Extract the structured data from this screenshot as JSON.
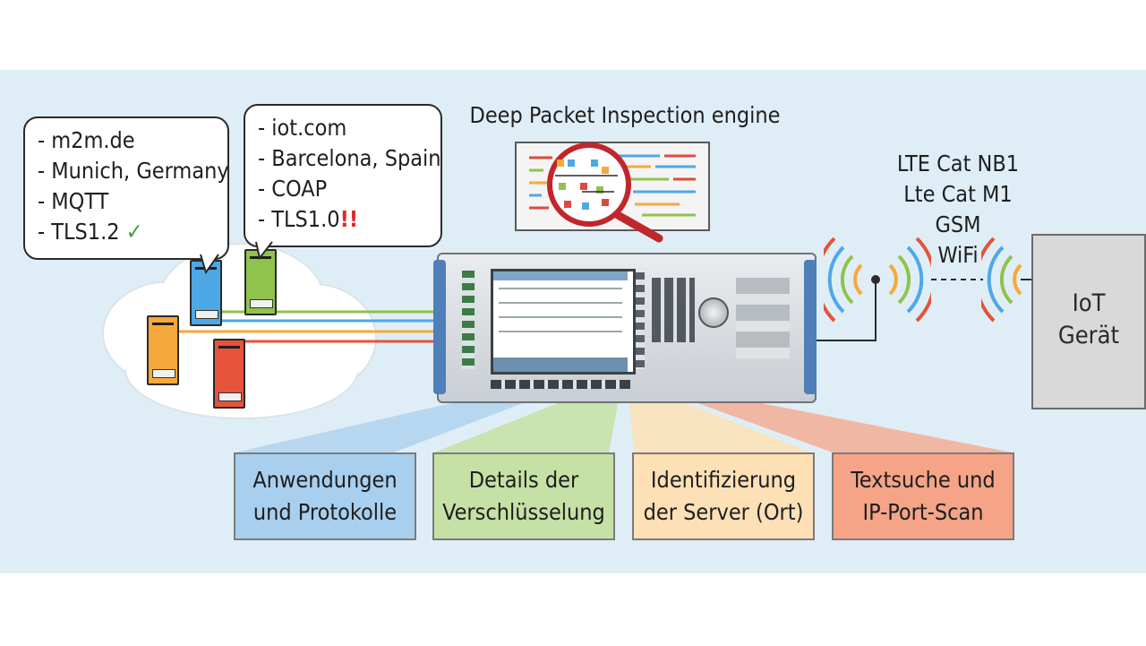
{
  "engine_title": "Deep Packet Inspection engine",
  "bubble_left": {
    "lines": [
      "- m2m.de",
      "- Munich, Germany",
      "- MQTT",
      "- TLS1.2"
    ],
    "status_mark": "✓",
    "status_color": "#3aa63a"
  },
  "bubble_right": {
    "lines": [
      "- iot.com",
      "- Barcelona, Spain",
      "- COAP",
      "- TLS1.0"
    ],
    "status_mark": "!!",
    "status_color": "#e0262b"
  },
  "technologies": [
    "LTE Cat NB1",
    "Lte Cat M1",
    "GSM",
    "WiFi"
  ],
  "iot_device": {
    "line1": "IoT",
    "line2": "Gerät"
  },
  "categories": [
    {
      "line1": "Anwendungen",
      "line2": "und Protokolle",
      "color": "#a9cfee"
    },
    {
      "line1": "Details der",
      "line2": "Verschlüsselung",
      "color": "#c5e1a5"
    },
    {
      "line1": "Identifizierung",
      "line2": "der Server (Ort)",
      "color": "#fde0b5"
    },
    {
      "line1": "Textsuche und",
      "line2": "IP-Port-Scan",
      "color": "#f5a488"
    }
  ],
  "server_colors": {
    "blue": "#4fa8e6",
    "green": "#8fc34d",
    "orange": "#f6a93b",
    "red": "#e5533a"
  }
}
